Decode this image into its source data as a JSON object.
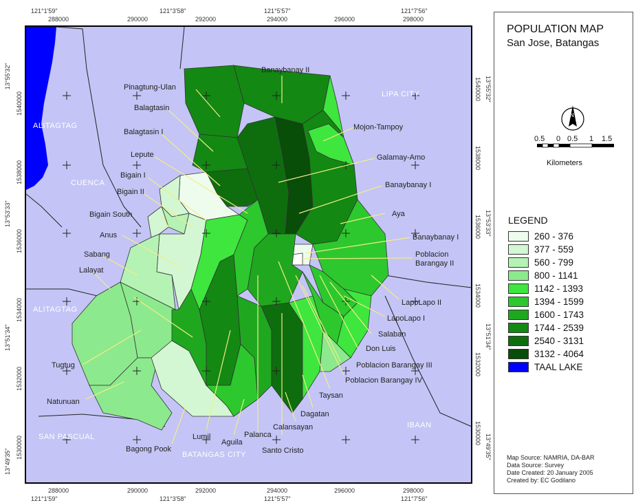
{
  "title": "POPULATION MAP",
  "subtitle": "San Jose, Batangas",
  "scale": {
    "ticks": [
      "0.5",
      "0",
      "0.5",
      "1",
      "1.5"
    ],
    "unit": "Kilometers"
  },
  "legend": {
    "heading": "LEGEND",
    "items": [
      {
        "label": "260 - 376",
        "color": "#eefcee"
      },
      {
        "label": "377 - 559",
        "color": "#d2f7d2"
      },
      {
        "label": "560 - 799",
        "color": "#b4f3b4"
      },
      {
        "label": "800 - 1141",
        "color": "#8de98d"
      },
      {
        "label": "1142 - 1393",
        "color": "#3ee63e"
      },
      {
        "label": "1394 - 1599",
        "color": "#2dc82d"
      },
      {
        "label": "1600 - 1743",
        "color": "#1fa81f"
      },
      {
        "label": "1744 - 2539",
        "color": "#138813"
      },
      {
        "label": "2540 - 3131",
        "color": "#0e6e0e"
      },
      {
        "label": "3132 - 4064",
        "color": "#084d08"
      },
      {
        "label": "TAAL LAKE",
        "color": "#0000ff"
      }
    ]
  },
  "source": {
    "map_source": "Map Source: NAMRIA, DA-BAR",
    "data_source": "Data Source: Survey",
    "date_created": "Date Created: 20 January 2005",
    "created_by": "Created by: EC Godilano"
  },
  "coordinates": {
    "top_ticks": [
      "288000",
      "290000",
      "292000",
      "294000",
      "296000",
      "298000"
    ],
    "top_degrees": [
      "121°1'59\"",
      "121°3'58\"",
      "121°5'57\"",
      "121°7'56\""
    ],
    "bottom_ticks": [
      "288000",
      "290000",
      "292000",
      "294000",
      "296000",
      "298000"
    ],
    "bottom_degrees": [
      "121°1'59\"",
      "121°3'58\"",
      "121°5'57\"",
      "121°7'56\""
    ],
    "left_ticks": [
      "1540000",
      "1538000",
      "1536000",
      "1534000",
      "1532000",
      "1530000"
    ],
    "left_degrees": [
      "13°55'32\"",
      "13°53'33\"",
      "13°51'34\"",
      "13°49'35\""
    ],
    "right_ticks": [
      "1540000",
      "1538000",
      "1536000",
      "1534000",
      "1532000",
      "1530000"
    ],
    "right_degrees": [
      "13°55'32\"",
      "13°53'33\"",
      "13°51'34\"",
      "13°49'35\""
    ]
  },
  "regions": {
    "lipa": "LIPA CITY",
    "alitagtag_north": "ALITAGTAG",
    "cuenca": "CUENCA",
    "alitagtag_south": "ALITAGTAG",
    "san_pascual": "SAN PASCUAL",
    "batangas": "BATANGAS CITY",
    "ibaan": "IBAAN"
  },
  "barangays": {
    "banaybanay2": "Banaybanay II",
    "pinagtung": "Pinagtung-Ulan",
    "balagtasin": "Balagtasin",
    "balagtasin1": "Balagtasin I",
    "lepute": "Lepute",
    "bigain1": "Bigain I",
    "bigain2": "Bigain II",
    "bigain_south": "Bigain South",
    "anus": "Anus",
    "sabang": "Sabang",
    "lalayat": "Lalayat",
    "tugtug": "Tugtug",
    "natunuan": "Natunuan",
    "bagong_pook": "Bagong Pook",
    "lumil": "Lumil",
    "aguila": "Aguila",
    "palanca": "Palanca",
    "santo_cristo": "Santo Cristo",
    "calansayan": "Calansayan",
    "dagatan": "Dagatan",
    "taysan": "Taysan",
    "pob4": "Poblacion Barangay IV",
    "pob3": "Poblacion Barangay III",
    "don_luis": "Don Luis",
    "salaban": "Salaban",
    "lapolapo1": "LapoLapo I",
    "lapolapo2": "LapoLapo II",
    "pob2_line1": "Poblacion",
    "pob2_line2": "Barangay II",
    "banaybanay1_b": "Banaybanay I",
    "aya": "Aya",
    "banaybanay1": "Banaybanay I",
    "galamay": "Galamay-Amo",
    "mojon": "Mojon-Tampoy"
  }
}
